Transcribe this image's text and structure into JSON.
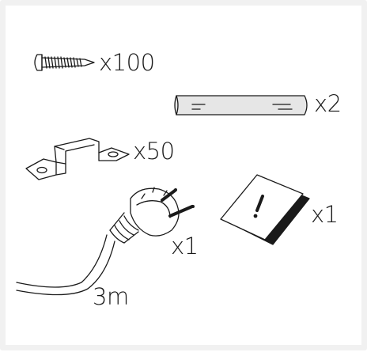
{
  "parts": {
    "screws": {
      "icon": "screw-icon",
      "quantity": "x100"
    },
    "tubes": {
      "icon": "end-cap-tube-icon",
      "quantity": "x2"
    },
    "clips": {
      "icon": "mounting-clip-icon",
      "quantity": "x50"
    },
    "sheet": {
      "icon": "warning-sheet-icon",
      "quantity": "x1"
    },
    "plug": {
      "icon": "power-plug-icon",
      "quantity": "x1"
    },
    "cable": {
      "icon": "cable-icon",
      "length": "3m"
    }
  },
  "colors": {
    "line": "#1a1a1a",
    "tube_fill": "#e6e6e6",
    "frame": "#f1f1f1"
  }
}
